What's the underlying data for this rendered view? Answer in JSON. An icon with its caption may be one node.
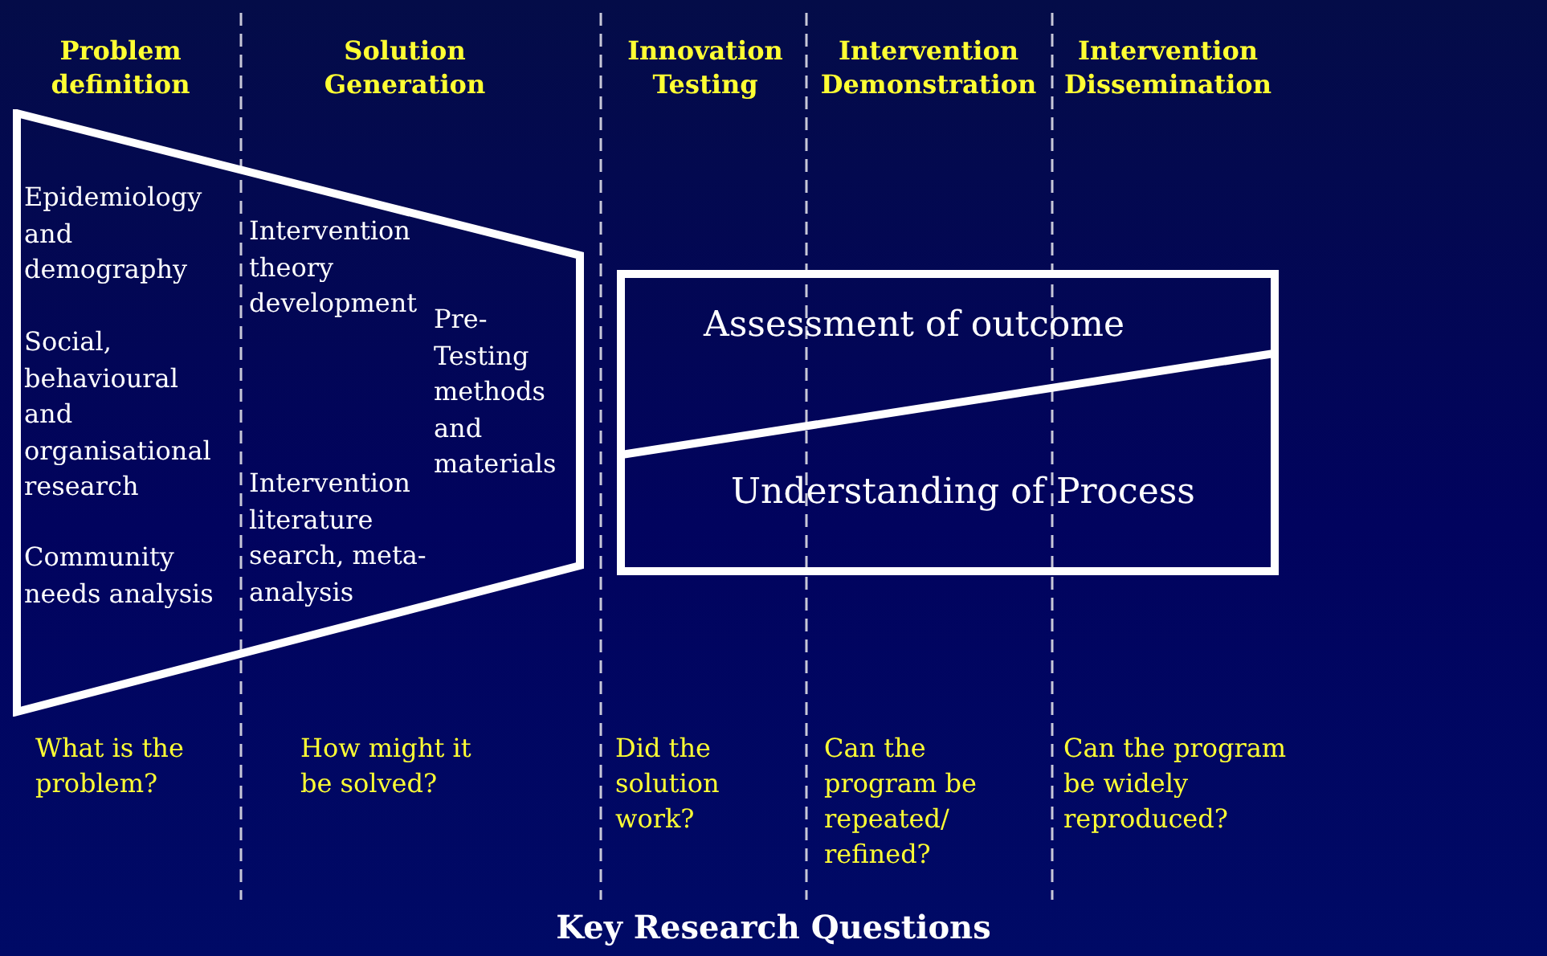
{
  "diagram": {
    "caption": "Key Research Questions",
    "nodes": [
      {
        "text": [
          "Epidemiology and demography",
          "Social, behavioural and organisational research",
          "Community needs analysis",
          "Intervention theory development",
          "Intervention literature search, meta-analysis",
          "Pre-Testing methods and materials"
        ]
      },
      {
        "text": [
          "Assessment of outcome",
          "Understanding of Process"
        ]
      }
    ],
    "edges": [],
    "labels": [
      "Problem definition",
      "Solution Generation",
      "Innovation Testing",
      "Intervention Demonstration",
      "Intervention Dissemination",
      "What is the problem?",
      "How might it be solved?",
      "Did the solution work?",
      "Can the program be repeated/ refined?",
      "Can the program be widely reproduced?"
    ]
  }
}
